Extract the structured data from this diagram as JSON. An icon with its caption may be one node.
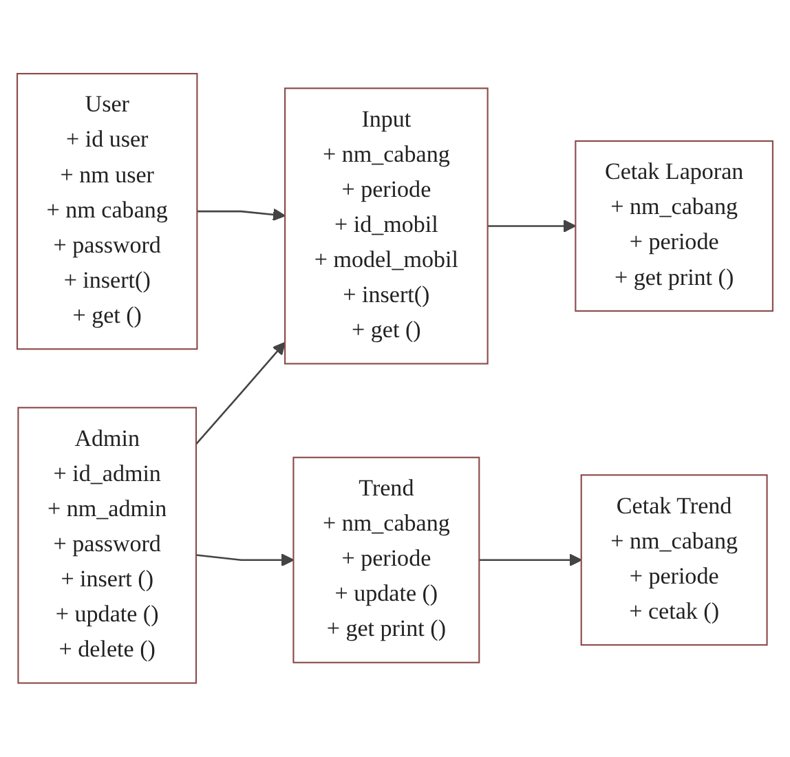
{
  "diagram": {
    "nodes": [
      {
        "text": [
          "User",
          "+ id user",
          "+ nm user",
          "+ nm cabang",
          "+ password",
          "+ insert()",
          "+ get ()"
        ]
      },
      {
        "text": [
          "Input",
          "+ nm_cabang",
          "+ periode",
          "+ id_mobil",
          "+ model_mobil",
          "+ insert()",
          "+ get ()"
        ]
      },
      {
        "text": [
          "Cetak Laporan",
          "+ nm_cabang",
          "+ periode",
          "+ get print ()"
        ]
      },
      {
        "text": [
          "Admin",
          "+ id_admin",
          "+ nm_admin",
          "+ password",
          "+ insert ()",
          "+ update ()",
          "+ delete ()"
        ]
      },
      {
        "text": [
          "Trend",
          "+ nm_cabang",
          "+ periode",
          "+ update ()",
          "+ get print ()"
        ]
      },
      {
        "text": [
          "Cetak Trend",
          "+ nm_cabang",
          "+ periode",
          "+ cetak ()"
        ]
      }
    ],
    "edges": [
      {
        "from": 0,
        "to": 1,
        "arrow": "to"
      },
      {
        "from": 1,
        "to": 2,
        "arrow": "to"
      },
      {
        "from": 3,
        "to": 1,
        "arrow": "to"
      },
      {
        "from": 3,
        "to": 4,
        "arrow": "to"
      },
      {
        "from": 4,
        "to": 5,
        "arrow": "to"
      }
    ]
  }
}
